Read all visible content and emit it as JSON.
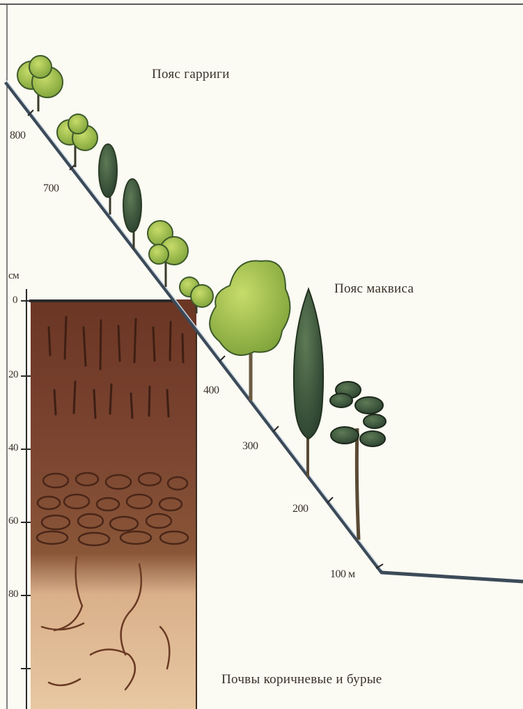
{
  "zones": {
    "upper": "Пояс гарриги",
    "lower": "Пояс маквиса",
    "soil": "Почвы коричневые и бурые"
  },
  "altitude_labels": {
    "a800": "800",
    "a700": "700",
    "a400": "400",
    "a300": "300",
    "a200": "200",
    "a100": "100 м"
  },
  "depth_axis": {
    "unit": "см",
    "ticks": [
      "0",
      "20",
      "40",
      "60",
      "80"
    ]
  },
  "colors": {
    "background": "#fbfaf3",
    "slope": "#3c4a58",
    "soil_top": "#6e3a26",
    "soil_mid": "#7a4630",
    "soil_bottom": "#e3c09a",
    "tree_light": "#a8c84a",
    "tree_dark": "#3f5a3a"
  }
}
